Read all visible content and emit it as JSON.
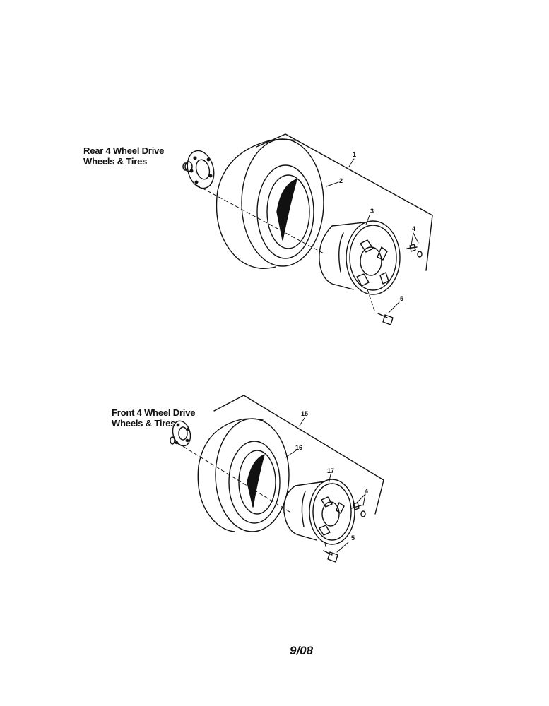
{
  "rear": {
    "title_line1": "Rear 4 Wheel Drive",
    "title_line2": "Wheels & Tires",
    "callouts": {
      "assembly": "1",
      "tire": "2",
      "rim": "3",
      "valve": "4",
      "bolt": "5"
    }
  },
  "front": {
    "title_line1": "Front 4 Wheel Drive",
    "title_line2": "Wheels & Tires",
    "callouts": {
      "assembly": "15",
      "tire": "16",
      "rim": "17",
      "valve": "4",
      "bolt": "5"
    }
  },
  "footer": {
    "date_code": "9/08"
  }
}
